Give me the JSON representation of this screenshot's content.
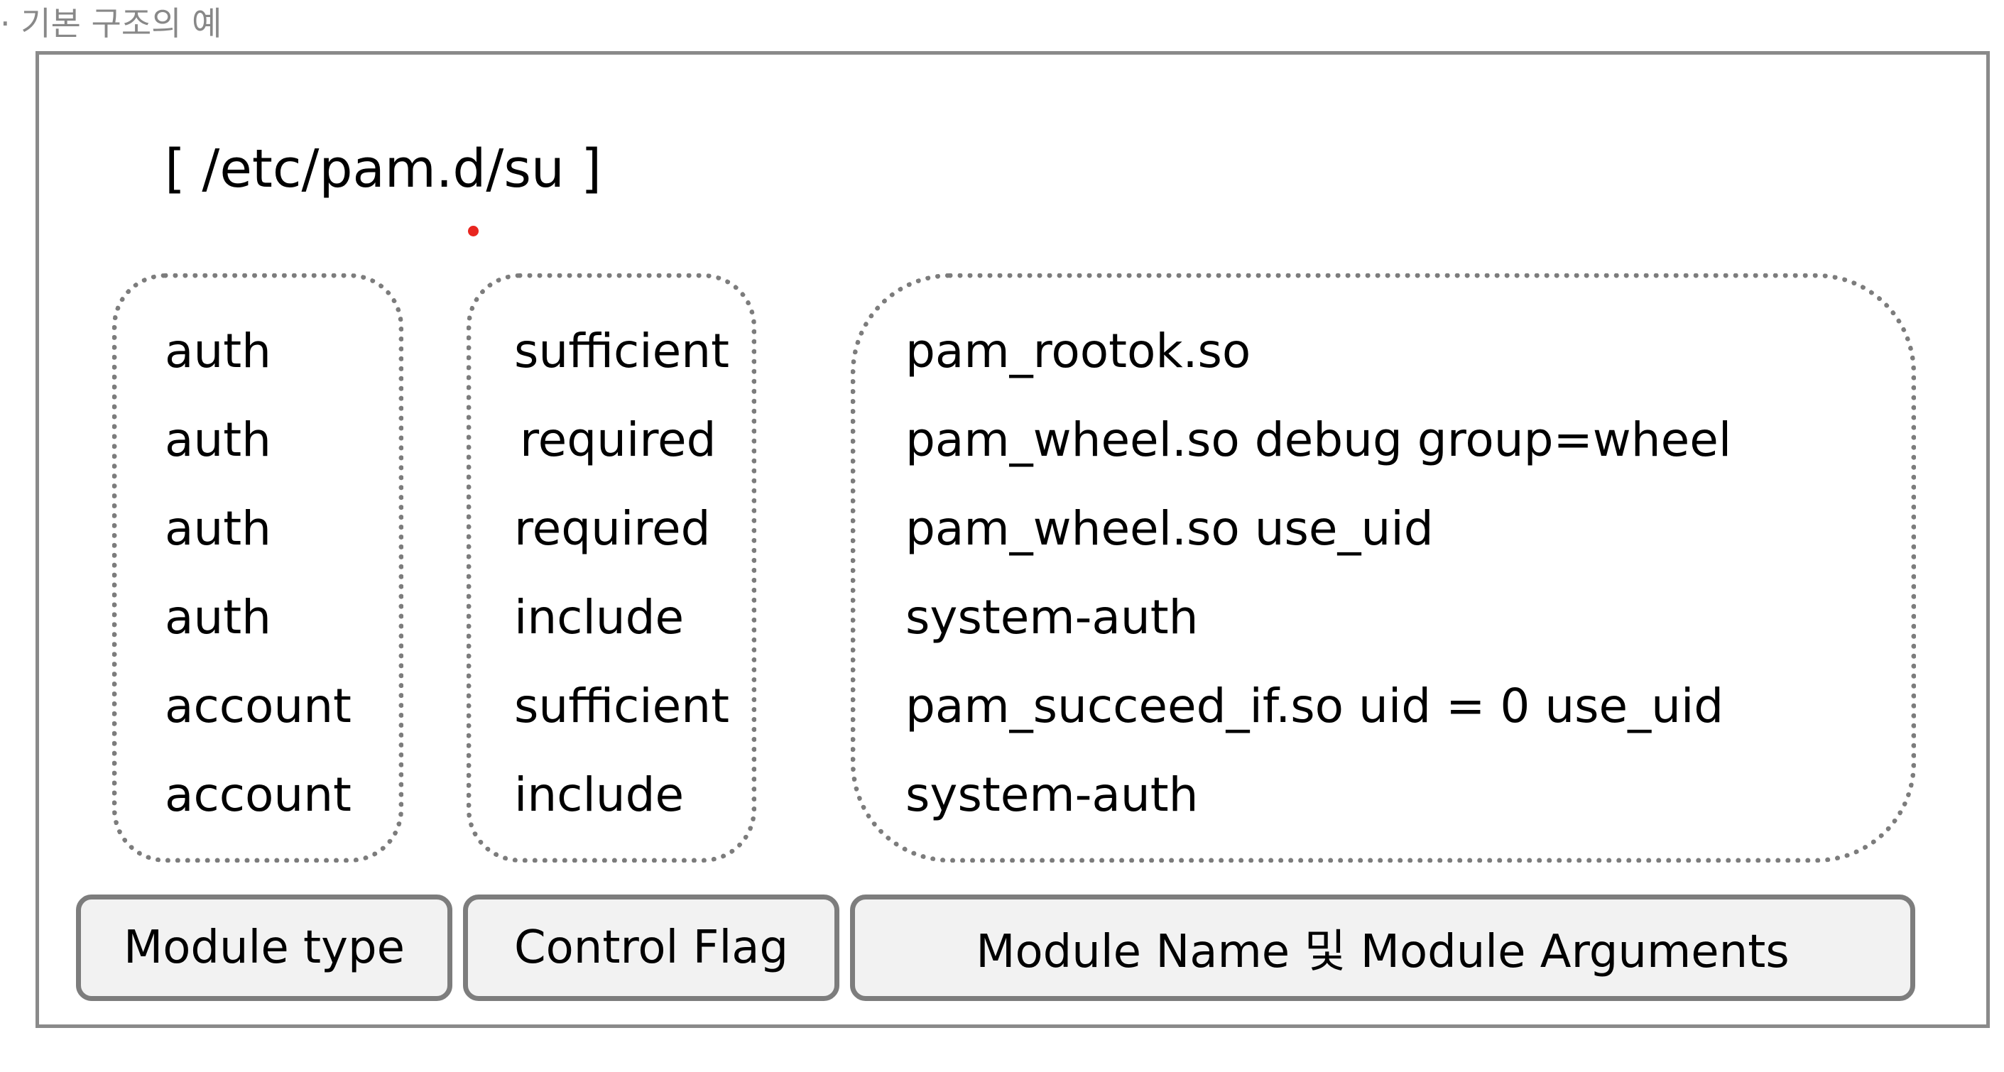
{
  "caption": "· 기본 구조의 예",
  "file_title": "[ /etc/pam.d/su ]",
  "rows": [
    {
      "module_type": "auth",
      "control_flag": "sufficient",
      "module": "pam_rootok.so"
    },
    {
      "module_type": "auth",
      "control_flag": "required",
      "module": "pam_wheel.so debug group=wheel"
    },
    {
      "module_type": "auth",
      "control_flag": "required",
      "module": "pam_wheel.so use_uid"
    },
    {
      "module_type": "auth",
      "control_flag": "include",
      "module": "system-auth"
    },
    {
      "module_type": "account",
      "control_flag": "sufficient",
      "module": "pam_succeed_if.so uid = 0 use_uid"
    },
    {
      "module_type": "account",
      "control_flag": "include",
      "module": "system-auth"
    }
  ],
  "labels": {
    "module_type": "Module type",
    "control_flag": "Control Flag",
    "module": "Module Name 및 Module Arguments"
  }
}
